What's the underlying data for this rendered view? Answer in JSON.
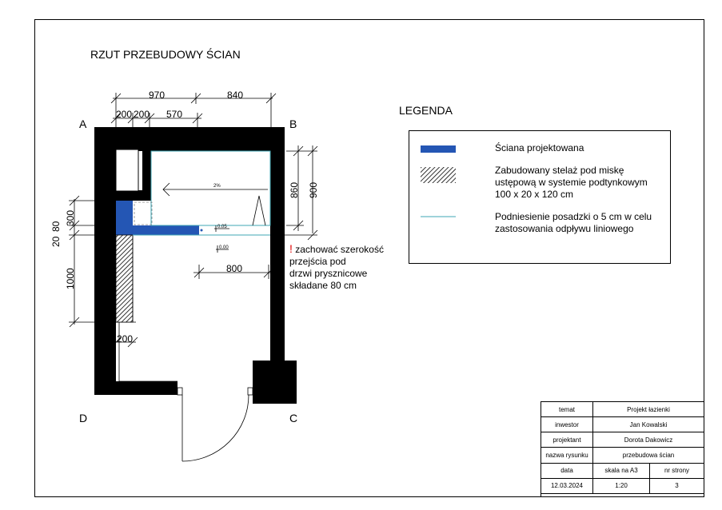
{
  "drawing": {
    "title": "RZUT PRZEBUDOWY ŚCIAN",
    "corners": {
      "a": "A",
      "b": "B",
      "c": "C",
      "d": "D"
    },
    "dimensions": {
      "top_970": "970",
      "top_840": "840",
      "top_200a": "200",
      "top_200b": "200",
      "top_570": "570",
      "right_860": "860",
      "right_900": "900",
      "left_20": "20",
      "left_80": "80",
      "left_300": "300",
      "left_1000": "1000",
      "inner_200": "200",
      "inner_800": "800",
      "slope": "2%",
      "level_005": "0.05",
      "level_000": "0.00"
    },
    "note": {
      "mark": "!",
      "line1": "zachować szerokość",
      "line2": "przejścia pod",
      "line3": "drzwi prysznicowe",
      "line4": "składane 80 cm"
    }
  },
  "legend": {
    "title": "LEGENDA",
    "items": [
      {
        "label": "Ściana projektowana",
        "color": "#2456b4"
      },
      {
        "label_line1": "Zabudowany stelaż pod miskę",
        "label_line2": "ustępową w systemie podtynkowym",
        "label_line3": "100 x 20 x 120 cm"
      },
      {
        "label_line1": "Podniesienie posadzki o 5 cm w celu",
        "label_line2": "zastosowania odpływu liniowego",
        "color": "#3fa7b5"
      }
    ]
  },
  "titleblock": {
    "temat_label": "temat",
    "temat_value": "Projekt łazienki",
    "inwestor_label": "inwestor",
    "inwestor_value": "Jan Kowalski",
    "projektant_label": "projektant",
    "projektant_value": "Dorota Dakowicz",
    "nazwa_label": "nazwa rysunku",
    "nazwa_value": "przebudowa ścian",
    "data_label": "data",
    "skala_label": "skala na A3",
    "strona_label": "nr strony",
    "data_value": "12.03.2024",
    "skala_value": "1:20",
    "strona_value": "3"
  }
}
